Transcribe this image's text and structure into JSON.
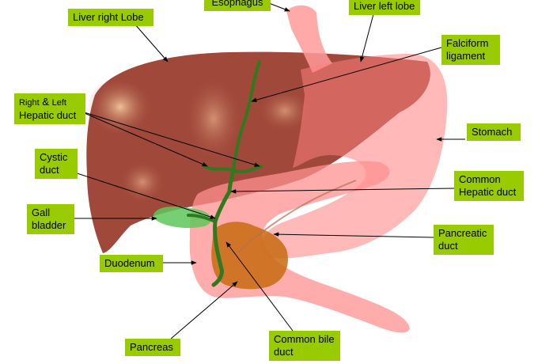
{
  "labels": {
    "esophagus": "Esophagus",
    "liver_right_lobe": "Liver right Lobe",
    "liver_left_lobe": "Liver left lobe",
    "falciform_line1": "Falciform",
    "falciform_line2": "ligament",
    "hepatic_right": "Right",
    "hepatic_amp": "&",
    "hepatic_left": "Left",
    "hepatic_duct": "Hepatic duct",
    "stomach": "Stomach",
    "cystic_line1": "Cystic",
    "cystic_line2": "duct",
    "common_hepatic_line1": "Common",
    "common_hepatic_line2": "Hepatic duct",
    "gall_line1": "Gall",
    "gall_line2": "bladder",
    "pancreatic_line1": "Pancreatic",
    "pancreatic_line2": "duct",
    "duodenum": "Duodenum",
    "pancreas": "Pancreas",
    "common_bile_line1": "Common bile",
    "common_bile_line2": "duct"
  },
  "colors": {
    "label_bg": "#99cc00",
    "liver": "#a0483a",
    "liver_highlight": "#e8b48a",
    "stomach": "#ff9090",
    "pancreas": "#c86a10",
    "duct": "#2f7a1e",
    "gall_bladder": "#5ec85a"
  }
}
